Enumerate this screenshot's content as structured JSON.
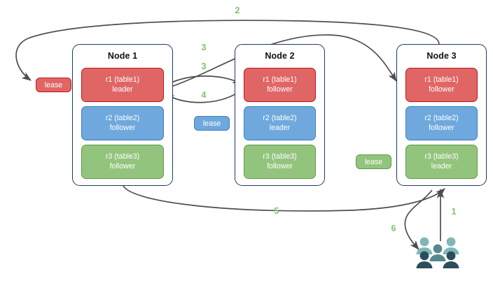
{
  "diagram": {
    "title": "Distributed database lease and replica placement diagram",
    "background_color": "#ffffff",
    "palette": {
      "node_border": "#203864",
      "red_fill": "#e06666",
      "red_border": "#c0161b",
      "blue_fill": "#6fa8dc",
      "blue_border": "#3d7fbf",
      "green_fill": "#93c47d",
      "green_border": "#5e9e45",
      "arrow": "#4d4d4d",
      "step_label": "#82c26a",
      "people_light": "#7fb7b7",
      "people_mid": "#58888f",
      "people_dark": "#2b4d5c"
    }
  },
  "nodes": [
    {
      "id": "node1",
      "title": "Node 1",
      "replicas": [
        {
          "name": "r1 (table1)",
          "role": "leader",
          "color": "red"
        },
        {
          "name": "r2 (table2)",
          "role": "follower",
          "color": "blue"
        },
        {
          "name": "r3 (table3)",
          "role": "follower",
          "color": "green"
        }
      ]
    },
    {
      "id": "node2",
      "title": "Node 2",
      "replicas": [
        {
          "name": "r1 (table1)",
          "role": "follower",
          "color": "red"
        },
        {
          "name": "r2 (table2)",
          "role": "leader",
          "color": "blue"
        },
        {
          "name": "r3 (table3)",
          "role": "follower",
          "color": "green"
        }
      ]
    },
    {
      "id": "node3",
      "title": "Node 3",
      "replicas": [
        {
          "name": "r1 (table1)",
          "role": "follower",
          "color": "red"
        },
        {
          "name": "r2 (table2)",
          "role": "follower",
          "color": "blue"
        },
        {
          "name": "r3 (table3)",
          "role": "leader",
          "color": "green"
        }
      ]
    }
  ],
  "leases": [
    {
      "id": "lease-red",
      "label": "lease",
      "color": "red"
    },
    {
      "id": "lease-blue",
      "label": "lease",
      "color": "blue"
    },
    {
      "id": "lease-green",
      "label": "lease",
      "color": "green"
    }
  ],
  "steps": [
    {
      "id": "step-1",
      "label": "1",
      "description": "client request to Node 3"
    },
    {
      "id": "step-2",
      "label": "2",
      "description": "Node 3 to table1 lease"
    },
    {
      "id": "step-3a",
      "label": "3",
      "description": "Node 1 r1 leader to Node 3 r1"
    },
    {
      "id": "step-3b",
      "label": "3",
      "description": "Node 1 r1 leader to Node 2 r1"
    },
    {
      "id": "step-4",
      "label": "4",
      "description": "Node 2 r1 back to Node 1 r1 leader"
    },
    {
      "id": "step-5",
      "label": "5",
      "description": "Node 1 to Node 3"
    },
    {
      "id": "step-6",
      "label": "6",
      "description": "Node 3 response to client"
    }
  ],
  "client": {
    "id": "client-group",
    "icon": "people-group-icon",
    "figure_count": 5
  }
}
